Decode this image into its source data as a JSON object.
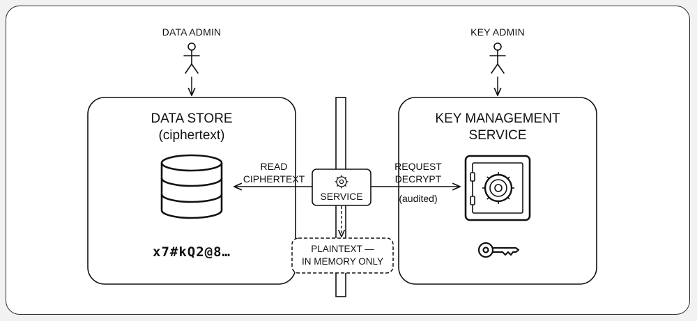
{
  "actors": {
    "data_admin": "DATA ADMIN",
    "key_admin": "KEY ADMIN"
  },
  "data_store": {
    "title": "DATA STORE",
    "subtitle": "(ciphertext)",
    "sample": "x7#kQ2@8…",
    "icon": "database-icon"
  },
  "kms": {
    "title_line1": "KEY MANAGEMENT",
    "title_line2": "SERVICE",
    "icons": [
      "safe-icon",
      "key-icon"
    ]
  },
  "service": {
    "label": "SERVICE",
    "icon": "gear-icon"
  },
  "edges": {
    "read_line1": "READ",
    "read_line2": "CIPHERTEXT",
    "request_line1": "REQUEST",
    "request_line2": "DECRYPT",
    "request_note": "(audited)"
  },
  "plaintext": {
    "line1": "PLAINTEXT —",
    "line2": "IN MEMORY ONLY"
  },
  "colors": {
    "stroke": "#111111",
    "background": "#ffffff",
    "page": "#f2f2f2"
  }
}
